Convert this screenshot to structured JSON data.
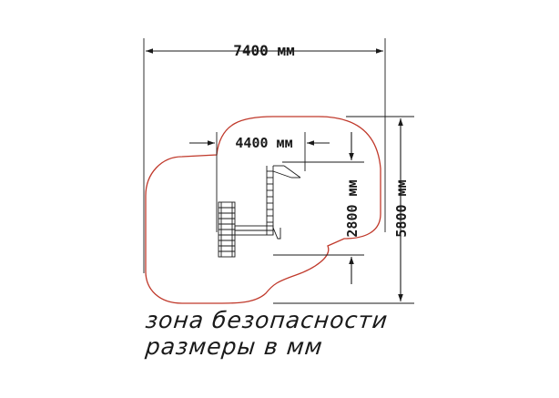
{
  "dimensions": {
    "overall_width": "7400 мм",
    "inner_width": "4400 мм",
    "inner_depth": "2800 мм",
    "overall_depth": "5800 мм"
  },
  "legend": {
    "safety_zone": "зона безопасности",
    "units_note": "размеры в мм"
  },
  "colors": {
    "safety_zone_outline": "#c0392b",
    "lines": "#1a1a1a"
  }
}
